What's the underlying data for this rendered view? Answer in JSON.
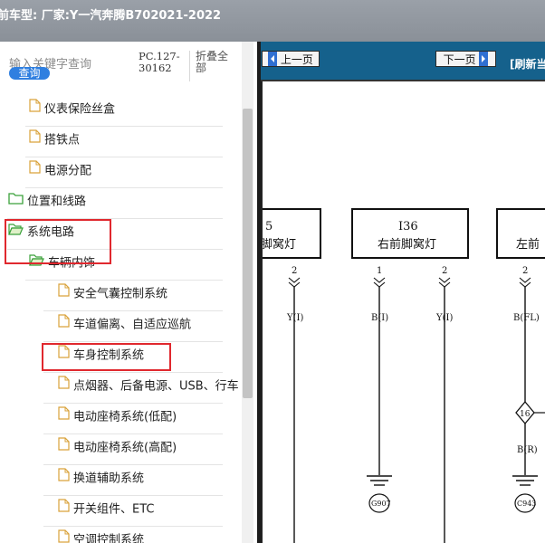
{
  "header": {
    "title": "前车型:  厂家:Y一汽奔腾B702021-2022"
  },
  "search": {
    "placeholder_label": "输入关键字查询",
    "button_label": "查询"
  },
  "pc_code": "PC.127-30162",
  "collapse_all_label": "折叠全部",
  "tree": [
    {
      "label": "仪表保险丝盒",
      "type": "file"
    },
    {
      "label": "搭铁点",
      "type": "file"
    },
    {
      "label": "电源分配",
      "type": "file"
    },
    {
      "label": "位置和线路",
      "type": "folder"
    },
    {
      "label": "系统电路",
      "type": "folder-open"
    },
    {
      "label": "车辆内饰",
      "type": "folder-open"
    },
    {
      "label": "安全气囊控制系统",
      "type": "file"
    },
    {
      "label": "车道偏离、自适应巡航",
      "type": "file"
    },
    {
      "label": "车身控制系统",
      "type": "file"
    },
    {
      "label": "点烟器、后备电源、USB、行车",
      "type": "file"
    },
    {
      "label": "电动座椅系统(低配)",
      "type": "file"
    },
    {
      "label": "电动座椅系统(高配)",
      "type": "file"
    },
    {
      "label": "换道辅助系统",
      "type": "file"
    },
    {
      "label": "开关组件、ETC",
      "type": "file"
    },
    {
      "label": "空调控制系统",
      "type": "file"
    }
  ],
  "nav": {
    "prev_label": "上一页",
    "next_label": "下一页",
    "refresh_label": "[刷新当"
  },
  "diagram": {
    "components": [
      {
        "code": "5",
        "name": "脚窝灯",
        "pins": [
          "2"
        ],
        "wires": [
          "Y(I)"
        ]
      },
      {
        "code": "I36",
        "name": "右前脚窝灯",
        "pins": [
          "1",
          "2"
        ],
        "wires": [
          "B(I)",
          "Y(I)"
        ]
      },
      {
        "code": "",
        "name": "左前",
        "pins": [
          "2"
        ],
        "wires": [
          "B(FL)",
          "B(R)"
        ]
      }
    ],
    "splice": "16",
    "grounds": [
      "G907",
      "C943"
    ]
  },
  "colors": {
    "navbar": "#15618c",
    "highlight": "#e0282e",
    "search_button": "#2f7fe0"
  }
}
